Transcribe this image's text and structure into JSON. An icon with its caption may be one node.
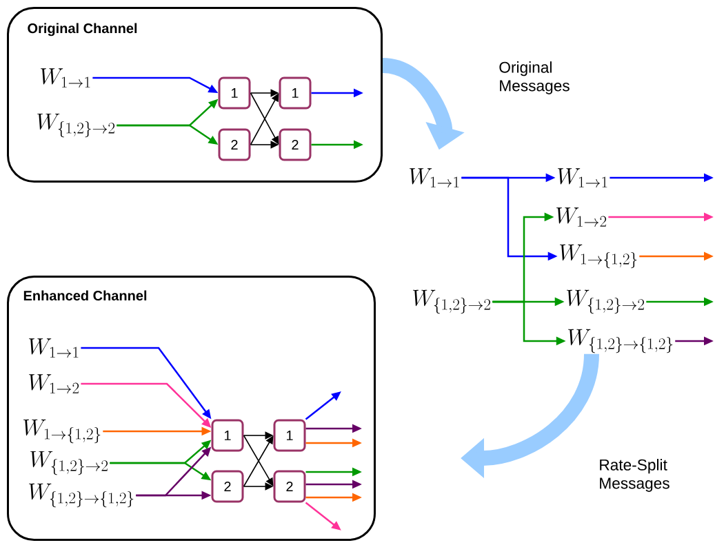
{
  "diagram": {
    "nodes": [
      {
        "text": [
          "Original Channel"
        ]
      },
      {
        "text": [
          "W_{1\\to 1}"
        ],
        "in": 0
      },
      {
        "text": [
          "W_{\\{1,2\\}\\to 2}"
        ],
        "in": 0
      },
      {
        "text": [
          "1"
        ],
        "in": 0
      },
      {
        "text": [
          "2"
        ],
        "in": 0
      },
      {
        "text": [
          "1"
        ],
        "in": 0
      },
      {
        "text": [
          "2"
        ],
        "in": 0
      },
      {
        "text": [
          "Enhanced Channel"
        ]
      },
      {
        "text": [
          "W_{1\\to 1}"
        ],
        "in": 7
      },
      {
        "text": [
          "W_{1\\to 2}"
        ],
        "in": 7
      },
      {
        "text": [
          "W_{1\\to \\{1,2\\}}"
        ],
        "in": 7
      },
      {
        "text": [
          "W_{\\{1,2\\}\\to 2}"
        ],
        "in": 7
      },
      {
        "text": [
          "W_{\\{1,2\\}\\to \\{1,2\\}}"
        ],
        "in": 7
      },
      {
        "text": [
          "1"
        ],
        "in": 7
      },
      {
        "text": [
          "2"
        ],
        "in": 7
      },
      {
        "text": [
          "1"
        ],
        "in": 7
      },
      {
        "text": [
          "2"
        ],
        "in": 7
      },
      {
        "text": [
          "W_{1\\to 1}"
        ]
      },
      {
        "text": [
          "W_{\\{1,2\\}\\to 2}"
        ]
      },
      {
        "text": [
          "W_{1\\to 1}"
        ]
      },
      {
        "text": [
          "W_{1\\to 2}"
        ]
      },
      {
        "text": [
          "W_{1\\to \\{1,2\\}}"
        ]
      },
      {
        "text": [
          "W_{\\{1,2\\}\\to 2}"
        ]
      },
      {
        "text": [
          "W_{\\{1,2\\}\\to \\{1,2\\}}"
        ]
      }
    ],
    "edges": [
      {
        "from": 1,
        "to": 3,
        "arrow": "to",
        "color": "#0000ff"
      },
      {
        "from": 2,
        "to": 3,
        "arrow": "to",
        "color": "#009900"
      },
      {
        "from": 2,
        "to": 4,
        "arrow": "to",
        "color": "#009900"
      },
      {
        "from": 3,
        "to": 5,
        "arrow": "to",
        "color": "#000000"
      },
      {
        "from": 3,
        "to": 6,
        "arrow": "to",
        "color": "#000000"
      },
      {
        "from": 4,
        "to": 5,
        "arrow": "to",
        "color": "#000000"
      },
      {
        "from": 4,
        "to": 6,
        "arrow": "to",
        "color": "#000000"
      },
      {
        "from": 5,
        "to": null,
        "arrow": "to",
        "color": "#0000ff"
      },
      {
        "from": 6,
        "to": null,
        "arrow": "to",
        "color": "#009900"
      },
      {
        "from": 0,
        "to": 17,
        "arrow": "to",
        "label": "Original Messages",
        "style": "thick",
        "color": "#99ccff"
      },
      {
        "from": 17,
        "to": 19,
        "arrow": "to",
        "color": "#0000ff"
      },
      {
        "from": 17,
        "to": 21,
        "arrow": "to",
        "color": "#0000ff"
      },
      {
        "from": 18,
        "to": 20,
        "arrow": "to",
        "color": "#009900"
      },
      {
        "from": 18,
        "to": 22,
        "arrow": "to",
        "color": "#009900"
      },
      {
        "from": 18,
        "to": 23,
        "arrow": "to",
        "color": "#009900"
      },
      {
        "from": 19,
        "to": null,
        "arrow": "to",
        "color": "#0000ff"
      },
      {
        "from": 20,
        "to": null,
        "arrow": "to",
        "color": "#ff3399"
      },
      {
        "from": 21,
        "to": null,
        "arrow": "to",
        "color": "#ff6600"
      },
      {
        "from": 22,
        "to": null,
        "arrow": "to",
        "color": "#009900"
      },
      {
        "from": 23,
        "to": null,
        "arrow": "to",
        "color": "#660066"
      },
      {
        "from": 23,
        "to": null,
        "arrow": "to",
        "label": "Rate-Split Messages",
        "style": "thick",
        "color": "#99ccff"
      },
      {
        "from": 8,
        "to": 13,
        "arrow": "to",
        "color": "#0000ff"
      },
      {
        "from": 9,
        "to": 13,
        "arrow": "to",
        "color": "#ff3399"
      },
      {
        "from": 10,
        "to": 13,
        "arrow": "to",
        "color": "#ff6600"
      },
      {
        "from": 11,
        "to": 13,
        "arrow": "to",
        "color": "#009900"
      },
      {
        "from": 11,
        "to": 14,
        "arrow": "to",
        "color": "#009900"
      },
      {
        "from": 12,
        "to": 13,
        "arrow": "to",
        "color": "#660066"
      },
      {
        "from": 12,
        "to": 14,
        "arrow": "to",
        "color": "#660066"
      },
      {
        "from": 13,
        "to": 15,
        "arrow": "to",
        "color": "#000000"
      },
      {
        "from": 13,
        "to": 16,
        "arrow": "to",
        "color": "#000000"
      },
      {
        "from": 14,
        "to": 15,
        "arrow": "to",
        "color": "#000000"
      },
      {
        "from": 14,
        "to": 16,
        "arrow": "to",
        "color": "#000000"
      },
      {
        "from": 15,
        "to": null,
        "arrow": "to",
        "color": "#0000ff"
      },
      {
        "from": 15,
        "to": null,
        "arrow": "to",
        "color": "#660066"
      },
      {
        "from": 15,
        "to": null,
        "arrow": "to",
        "color": "#ff6600"
      },
      {
        "from": 16,
        "to": null,
        "arrow": "to",
        "color": "#009900"
      },
      {
        "from": 16,
        "to": null,
        "arrow": "to",
        "color": "#660066"
      },
      {
        "from": 16,
        "to": null,
        "arrow": "to",
        "color": "#ff6600"
      },
      {
        "from": 16,
        "to": null,
        "arrow": "to",
        "color": "#ff3399"
      }
    ]
  }
}
